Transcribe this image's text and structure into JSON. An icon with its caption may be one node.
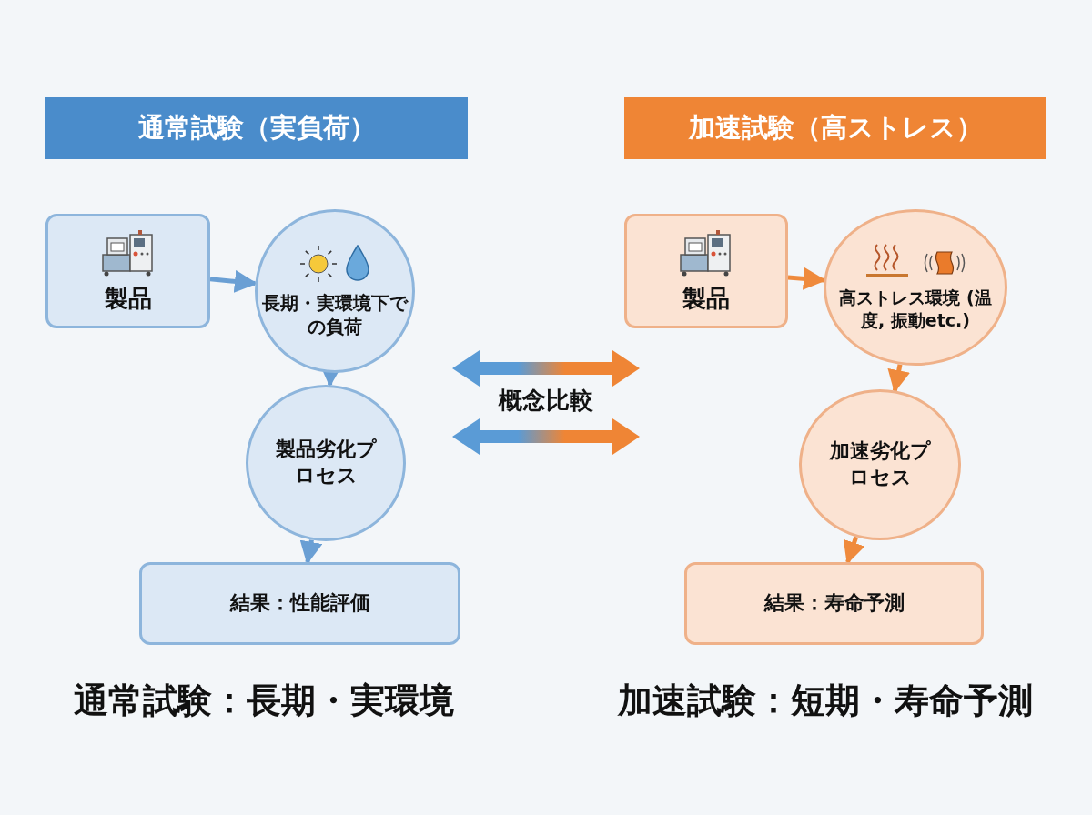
{
  "diagram": {
    "nodes": [
      {
        "text": [
          "通常試験（実負荷）"
        ]
      },
      {
        "text": [
          "製品"
        ]
      },
      {
        "text": [
          "長期・実環境下での負荷"
        ]
      },
      {
        "text": [
          "製品劣化プロセス"
        ]
      },
      {
        "text": [
          "結果：性能評価"
        ]
      },
      {
        "text": [
          "加速試験（高ストレス）"
        ]
      },
      {
        "text": [
          "製品"
        ]
      },
      {
        "text": [
          "高ストレス環境 (温度, 振動etc.)"
        ]
      },
      {
        "text": [
          "加速劣化プロセス"
        ]
      },
      {
        "text": [
          "結果：寿命予測"
        ]
      }
    ],
    "edges": [
      {
        "from": 1,
        "to": 2,
        "arrow": "to",
        "color": "#6a9fd4"
      },
      {
        "from": 2,
        "to": 3,
        "arrow": "to",
        "color": "#6a9fd4"
      },
      {
        "from": 3,
        "to": 4,
        "arrow": "to",
        "color": "#6a9fd4"
      },
      {
        "from": 6,
        "to": 7,
        "arrow": "to",
        "color": "#ef8a3c"
      },
      {
        "from": 7,
        "to": 8,
        "arrow": "to",
        "color": "#ef8a3c"
      },
      {
        "from": 8,
        "to": 9,
        "arrow": "to",
        "color": "#ef8a3c"
      }
    ],
    "labels": [
      "概念比較",
      "通常試験：長期・実環境",
      "加速試験：短期・寿命予測"
    ]
  }
}
